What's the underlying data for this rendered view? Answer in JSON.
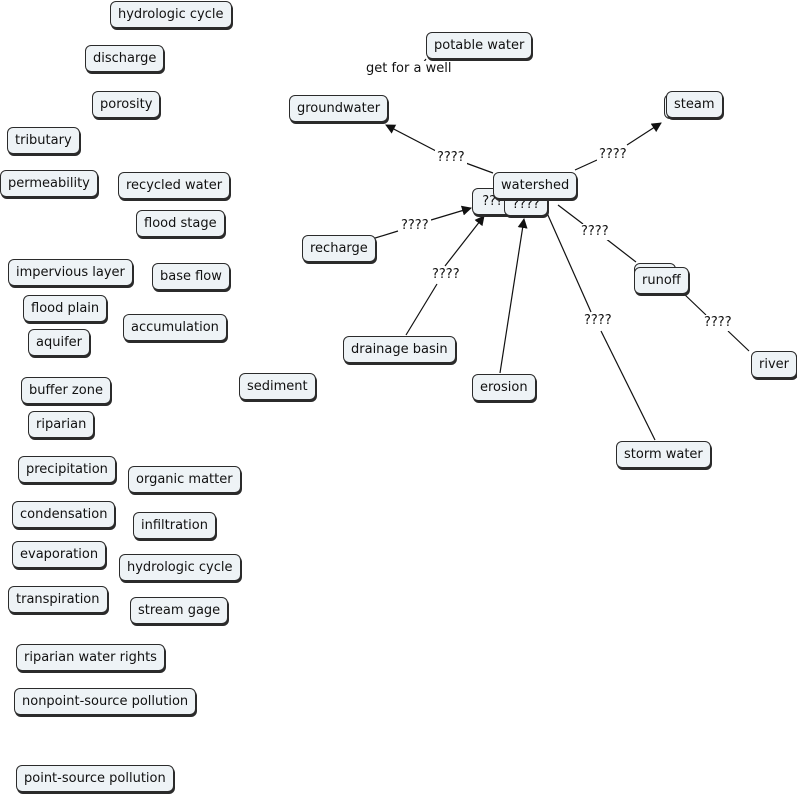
{
  "colors": {
    "node_fill": "#eef3f6",
    "node_border": "#2b2b2b",
    "line": "#111111"
  },
  "concepts": {
    "hydrologic_cycle_1": "hydrologic cycle",
    "discharge": "discharge",
    "porosity": "porosity",
    "tributary": "tributary",
    "permeability": "permeability",
    "recycled_water": "recycled water",
    "flood_stage": "flood stage",
    "impervious_layer": "impervious  layer",
    "base_flow": "base flow",
    "flood_plain": "flood plain",
    "accumulation": "accumulation",
    "aquifer": "aquifer",
    "buffer_zone": "buffer zone",
    "sediment": "sediment",
    "riparian": "riparian",
    "precipitation": "precipitation",
    "organic_matter": "organic matter",
    "condensation": "condensation",
    "infiltration": "infiltration",
    "evaporation": "evaporation",
    "hydrologic_cycle_2": "hydrologic cycle",
    "transpiration": "transpiration",
    "stream_gage": "stream gage",
    "riparian_water_rights": "riparian water rights",
    "nonpoint_source_pollution": "nonpoint-source pollution",
    "point_source_pollution": "point-source pollution",
    "potable_water": "potable water",
    "groundwater": "groundwater",
    "steam": "steam",
    "watershed": "watershed",
    "hub_back": "????",
    "hub_front": "????",
    "recharge": "recharge",
    "runoff": "runoff",
    "river": "river",
    "drainage_basin": "drainage basin",
    "erosion": "erosion",
    "storm_water": "storm water"
  },
  "link_labels": {
    "well_note": "get for a well",
    "to_groundwater": "????",
    "to_steam": "????",
    "from_recharge": "????",
    "to_runoff": "????",
    "from_drainage_basin": "????",
    "to_storm_water": "????",
    "runoff_to_river": "????"
  }
}
